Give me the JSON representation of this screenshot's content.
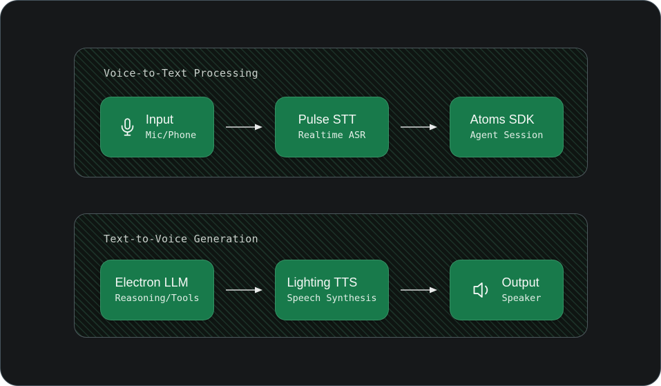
{
  "diagram": {
    "sections": [
      {
        "id": "voice-to-text",
        "title": "Voice-to-Text Processing",
        "nodes": [
          {
            "title": "Input",
            "subtitle": "Mic/Phone",
            "icon": "microphone-icon"
          },
          {
            "title": "Pulse STT",
            "subtitle": "Realtime ASR",
            "icon": null
          },
          {
            "title": "Atoms SDK",
            "subtitle": "Agent Session",
            "icon": null
          }
        ]
      },
      {
        "id": "text-to-voice",
        "title": "Text-to-Voice Generation",
        "nodes": [
          {
            "title": "Electron LLM",
            "subtitle": "Reasoning/Tools",
            "icon": null
          },
          {
            "title": "Lighting TTS",
            "subtitle": "Speech Synthesis",
            "icon": null
          },
          {
            "title": "Output",
            "subtitle": "Speaker",
            "icon": "speaker-icon"
          }
        ]
      }
    ],
    "colors": {
      "node_green": "#187a4b",
      "canvas_background": "#16181a",
      "section_hatch_line": "#3a765c",
      "section_border": "#4d585d",
      "section_title_text": "#c9d0cb",
      "node_title_text": "#f4f8f5",
      "node_subtitle_text": "#e0eee5",
      "arrow": "#d7d9d9"
    }
  }
}
